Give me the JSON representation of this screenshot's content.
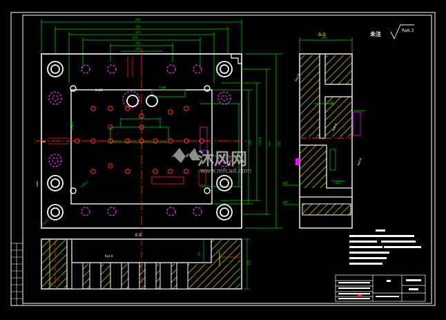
{
  "section_labels": {
    "side_section": "B-D",
    "bottom_section": "E-E"
  },
  "surface_finish": {
    "label": "未注",
    "value": "Ra6.3"
  },
  "watermark": {
    "brand_cn": "沐风网",
    "url": "www.mfcad.com"
  },
  "colors": {
    "background": "#000000",
    "outline": "#ffffff",
    "dimension": "#00ff00",
    "hatch": "#ffff00",
    "center": "#ff0000",
    "feature": "#ff00ff",
    "text": "#ffffff"
  }
}
